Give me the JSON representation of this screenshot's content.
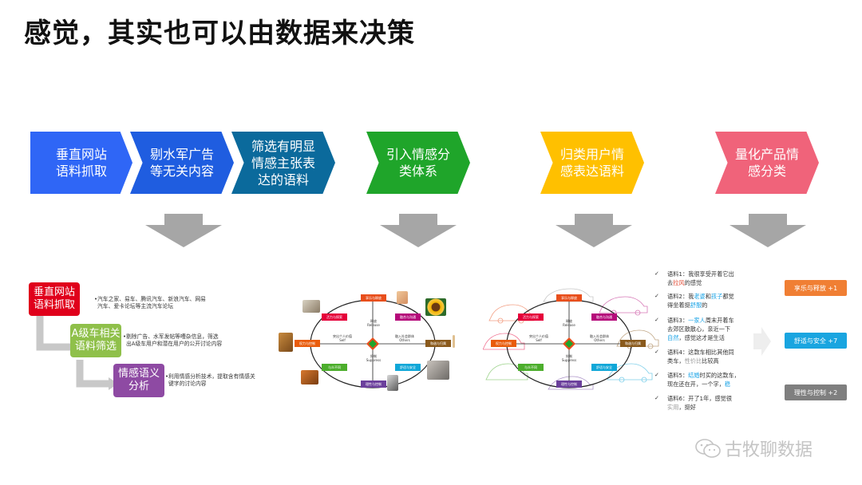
{
  "title": "感觉，其实也可以由数据来决策",
  "pipeline": [
    {
      "line1": "垂直网站",
      "line2": "语料抓取",
      "line3": "",
      "color": "#2f66f6"
    },
    {
      "line1": "剔水军广告",
      "line2": "等无关内容",
      "line3": "",
      "color": "#1f5de0"
    },
    {
      "line1": "筛选有明显",
      "line2": "情感主张表",
      "line3": "达的语料",
      "color": "#0b6a9c"
    },
    {
      "line1": "引入情感分",
      "line2": "类体系",
      "line3": "",
      "color": "#1fa52a"
    },
    {
      "line1": "归类用户情",
      "line2": "感表达语料",
      "line3": "",
      "color": "#ffc000"
    },
    {
      "line1": "量化产品情",
      "line2": "感分类",
      "line3": "",
      "color": "#f0637a"
    }
  ],
  "flow": {
    "step1": {
      "label_1": "垂直网站",
      "label_2": "语料抓取",
      "note_1": "•汽车之家、易车、腾讯汽车、新浪汽车、网易",
      "note_2": "汽车、爱卡论坛等主流汽车论坛"
    },
    "step2": {
      "label_1": "A级车相关",
      "label_2": "语料筛选",
      "note_1": "•剔除广告、水军发帖等嘈杂信息，筛选",
      "note_2": "出A级车用户和潜在用户的公开讨论内容"
    },
    "step3": {
      "label_1": "情感语义",
      "label_2": "分析",
      "note_1": "•利用情感分析技术，提取含有情感关",
      "note_2": "键字的讨论内容"
    }
  },
  "diagram": {
    "top": "享乐与释放",
    "upper_left": "活力与探索",
    "upper_right": "融合与沟通",
    "left": "权力与控制",
    "right": "和谐与归属",
    "lower_left": "与众不同",
    "lower_right": "舒适与安全",
    "bottom": "理性与控制",
    "axis_top_1": "释放",
    "axis_top_2": "Release",
    "axis_bottom_1": "抑制",
    "axis_bottom_2": "Suppress",
    "axis_left_1": "突出个人价值",
    "axis_left_2": "Self",
    "axis_right_1": "融入社会群体",
    "axis_right_2": "Others",
    "colors": {
      "top": "#e84e1b",
      "upper_left": "#e5003a",
      "upper_right": "#b5097a",
      "left": "#e95c0c",
      "right": "#8a5a1c",
      "lower_left": "#4cae2c",
      "lower_right": "#10a7d8",
      "bottom": "#6b3f9c"
    }
  },
  "reviews": [
    {
      "check": "✓",
      "t1": "语料1：我很享受开着它出",
      "t2": "去",
      "hl2": "拉风",
      "t2b": "的感觉"
    },
    {
      "check": "✓",
      "t1": "语料2：我",
      "hl1": "老婆",
      "t1b": "和",
      "hl1b": "孩子",
      "t1c": "都觉",
      "t2": "得坐着挺",
      "hl2": "舒服",
      "t2b": "的"
    },
    {
      "check": "✓",
      "t1": "语料3：",
      "hl1": "一家人",
      "t1b": "周末开着车",
      "t2": "去郊区散散心，亲近一下",
      "t3hl": "自然",
      "t3": "，感觉这才是生活"
    },
    {
      "check": "✓",
      "t1": "语料4：这款车相比其他同",
      "t2": "类车，",
      "hl2": "性价比",
      "t2b": "比较高"
    },
    {
      "check": "✓",
      "t1": "语料5：",
      "hl1": "结婚",
      "t1b": "时买的这款车，",
      "t2": "现在还在开，一个字，",
      "hl2": "稳"
    },
    {
      "check": "✓",
      "t1": "语料6：开了1年，感觉很",
      "t2": "",
      "hl2": "实用",
      "t2b": "，挺好"
    }
  ],
  "categories": [
    {
      "label": "享乐与释放 +1",
      "color": "#f07f34"
    },
    {
      "label": "舒适与安全 +7",
      "color": "#19a5e0"
    },
    {
      "label": "理性与控制 +2",
      "color": "#7f7f7f"
    }
  ],
  "watermark": "古牧聊数据"
}
